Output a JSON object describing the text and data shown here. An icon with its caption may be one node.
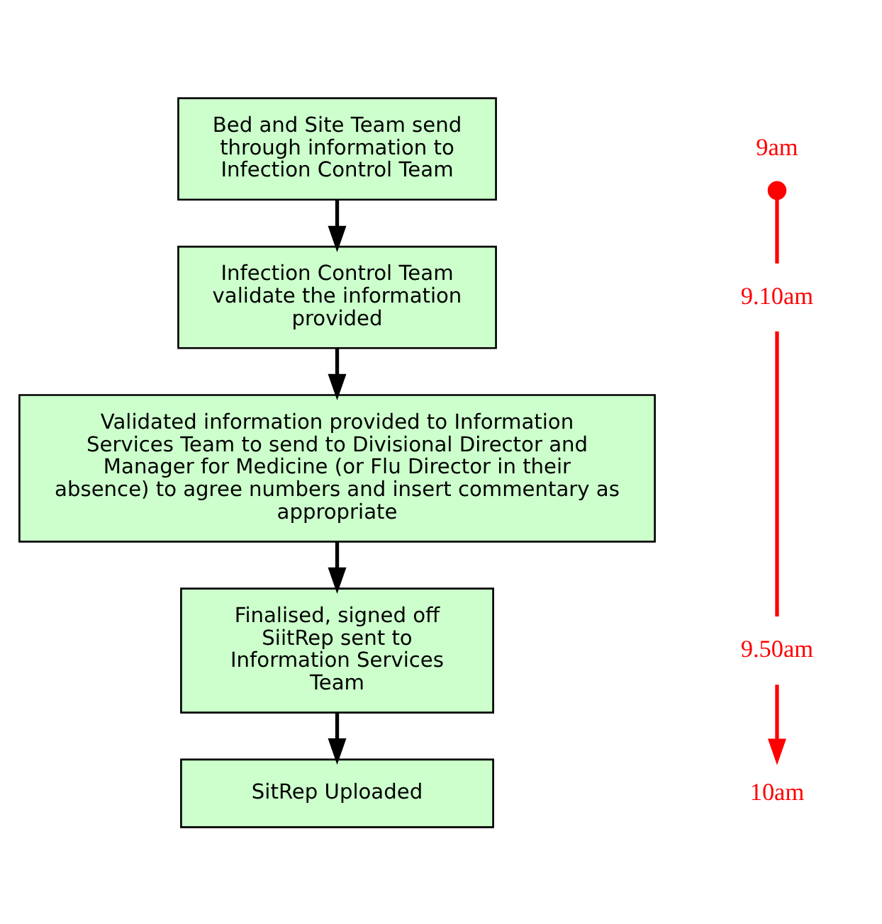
{
  "diagram": {
    "nodes": [
      {
        "text": [
          "Bed and Site Team send through information to Infection Control Team"
        ]
      },
      {
        "text": [
          "Infection Control Team validate the information provided"
        ]
      },
      {
        "text": [
          "Validated information provided to Information Services Team to send to Divisional Director and Manager for Medicine (or Flu Director in their absence) to agree numbers and insert commentary as appropriate"
        ]
      },
      {
        "text": [
          "Finalised, signed off SiitRep sent to Information Services Team"
        ]
      },
      {
        "text": [
          "SitRep Uploaded"
        ]
      }
    ],
    "edges": [
      {
        "from": 0,
        "to": 1,
        "arrow": "to"
      },
      {
        "from": 1,
        "to": 2,
        "arrow": "to"
      },
      {
        "from": 2,
        "to": 3,
        "arrow": "to"
      },
      {
        "from": 3,
        "to": 4,
        "arrow": "to"
      }
    ],
    "labels": [
      "9am",
      "9.10am",
      "9.50am",
      "10am"
    ]
  }
}
